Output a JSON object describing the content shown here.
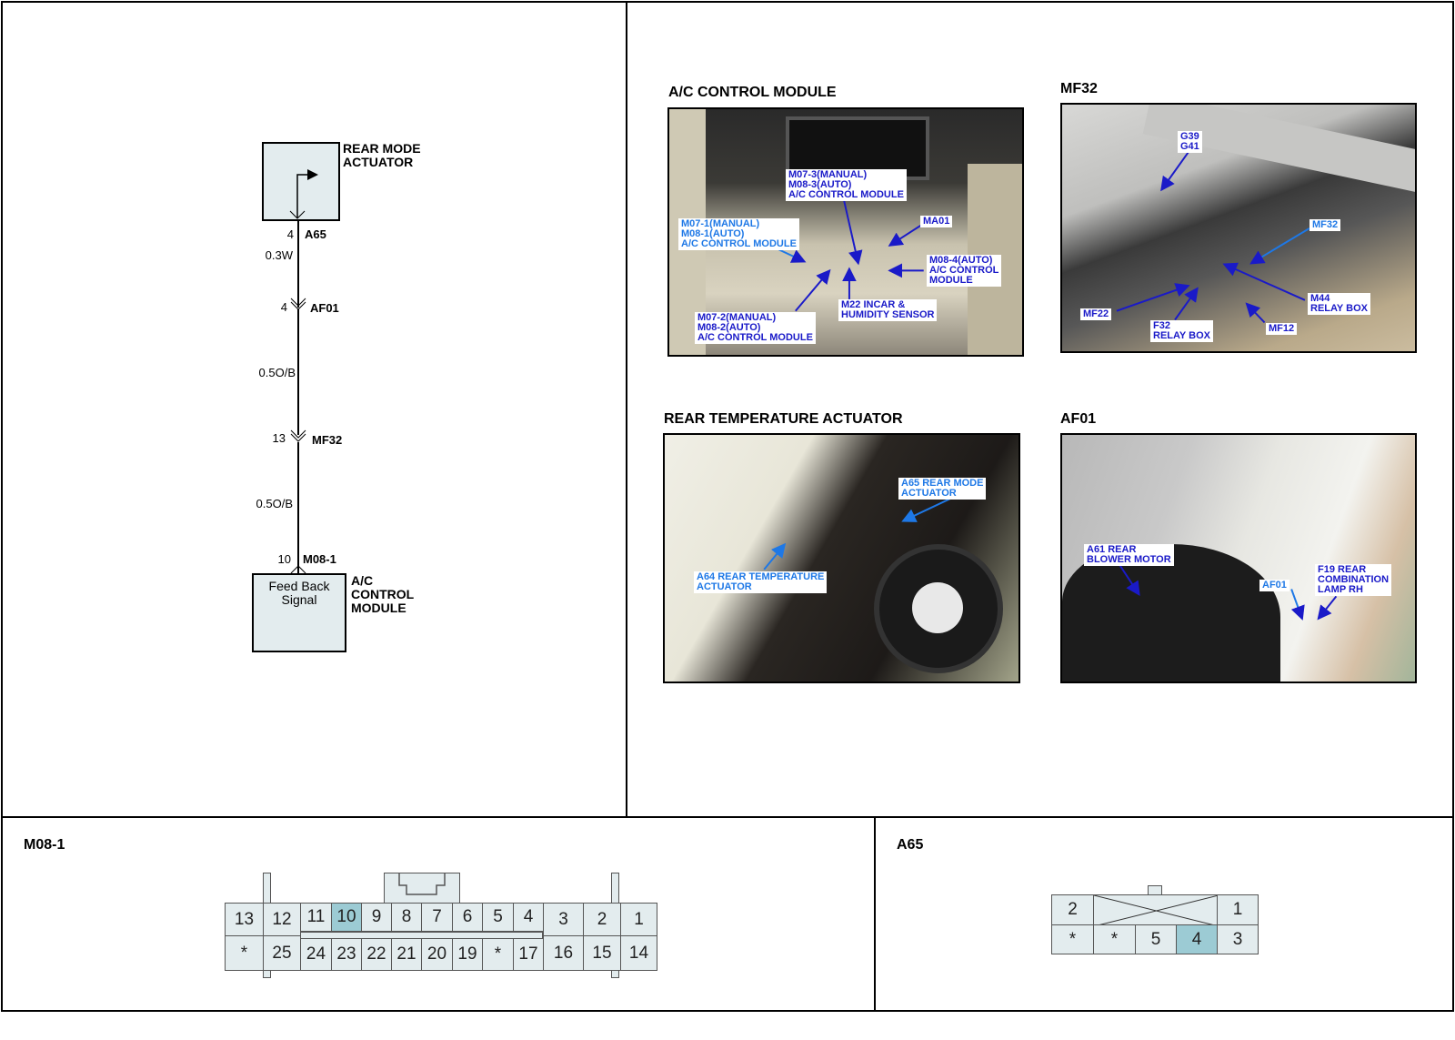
{
  "schematic": {
    "top_component": {
      "label": "REAR MODE\nACTUATOR",
      "connector": "A65",
      "pin": "4"
    },
    "splice1": {
      "connector": "AF01",
      "pin": "4"
    },
    "splice2": {
      "connector": "MF32",
      "pin": "13"
    },
    "bottom_component": {
      "label": "A/C\nCONTROL\nMODULE",
      "connector": "M08-1",
      "pin": "10",
      "inner_text": "Feed Back\nSignal"
    },
    "wires": [
      {
        "spec": "0.3W"
      },
      {
        "spec": "0.5O/B"
      },
      {
        "spec": "0.5O/B"
      }
    ]
  },
  "photos": [
    {
      "title": "A/C CONTROL MODULE",
      "callouts": [
        "M07-3(MANUAL)\nM08-3(AUTO)\nA/C CONTROL MODULE",
        "M07-1(MANUAL)\nM08-1(AUTO)\nA/C CONTROL MODULE",
        "MA01",
        "M08-4(AUTO)\nA/C CONTROL\nMODULE",
        "M22 INCAR &\nHUMIDITY SENSOR",
        "M07-2(MANUAL)\nM08-2(AUTO)\nA/C CONTROL MODULE"
      ]
    },
    {
      "title": "MF32",
      "callouts": [
        "G39\nG41",
        "MF32",
        "MF22",
        "M44\nRELAY BOX",
        "F32\nRELAY BOX",
        "MF12"
      ]
    },
    {
      "title": "REAR TEMPERATURE ACTUATOR",
      "callouts": [
        "A65 REAR MODE\nACTUATOR",
        "A64 REAR TEMPERATURE\nACTUATOR"
      ]
    },
    {
      "title": "AF01",
      "callouts": [
        "A61 REAR\nBLOWER MOTOR",
        "F19 REAR\nCOMBINATION\nLAMP RH",
        "AF01"
      ]
    }
  ],
  "connectors": {
    "m08_1": {
      "title": "M08-1",
      "highlighted_pin": "10",
      "top_row": [
        "13",
        "12",
        "11",
        "10",
        "9",
        "8",
        "7",
        "6",
        "5",
        "4",
        "3",
        "2",
        "1"
      ],
      "bottom_row": [
        "*",
        "25",
        "24",
        "23",
        "22",
        "21",
        "20",
        "19",
        "*",
        "17",
        "16",
        "15",
        "14"
      ]
    },
    "a65": {
      "title": "A65",
      "highlighted_pin": "4",
      "top_row": [
        "2",
        "1"
      ],
      "bottom_row": [
        "*",
        "*",
        "5",
        "4",
        "3"
      ]
    }
  },
  "colors": {
    "pin_fill": "#e3ecee",
    "pin_highlight": "#9ccbd4",
    "callout_dark": "#1a1ac8",
    "callout_light": "#1e78e6"
  }
}
